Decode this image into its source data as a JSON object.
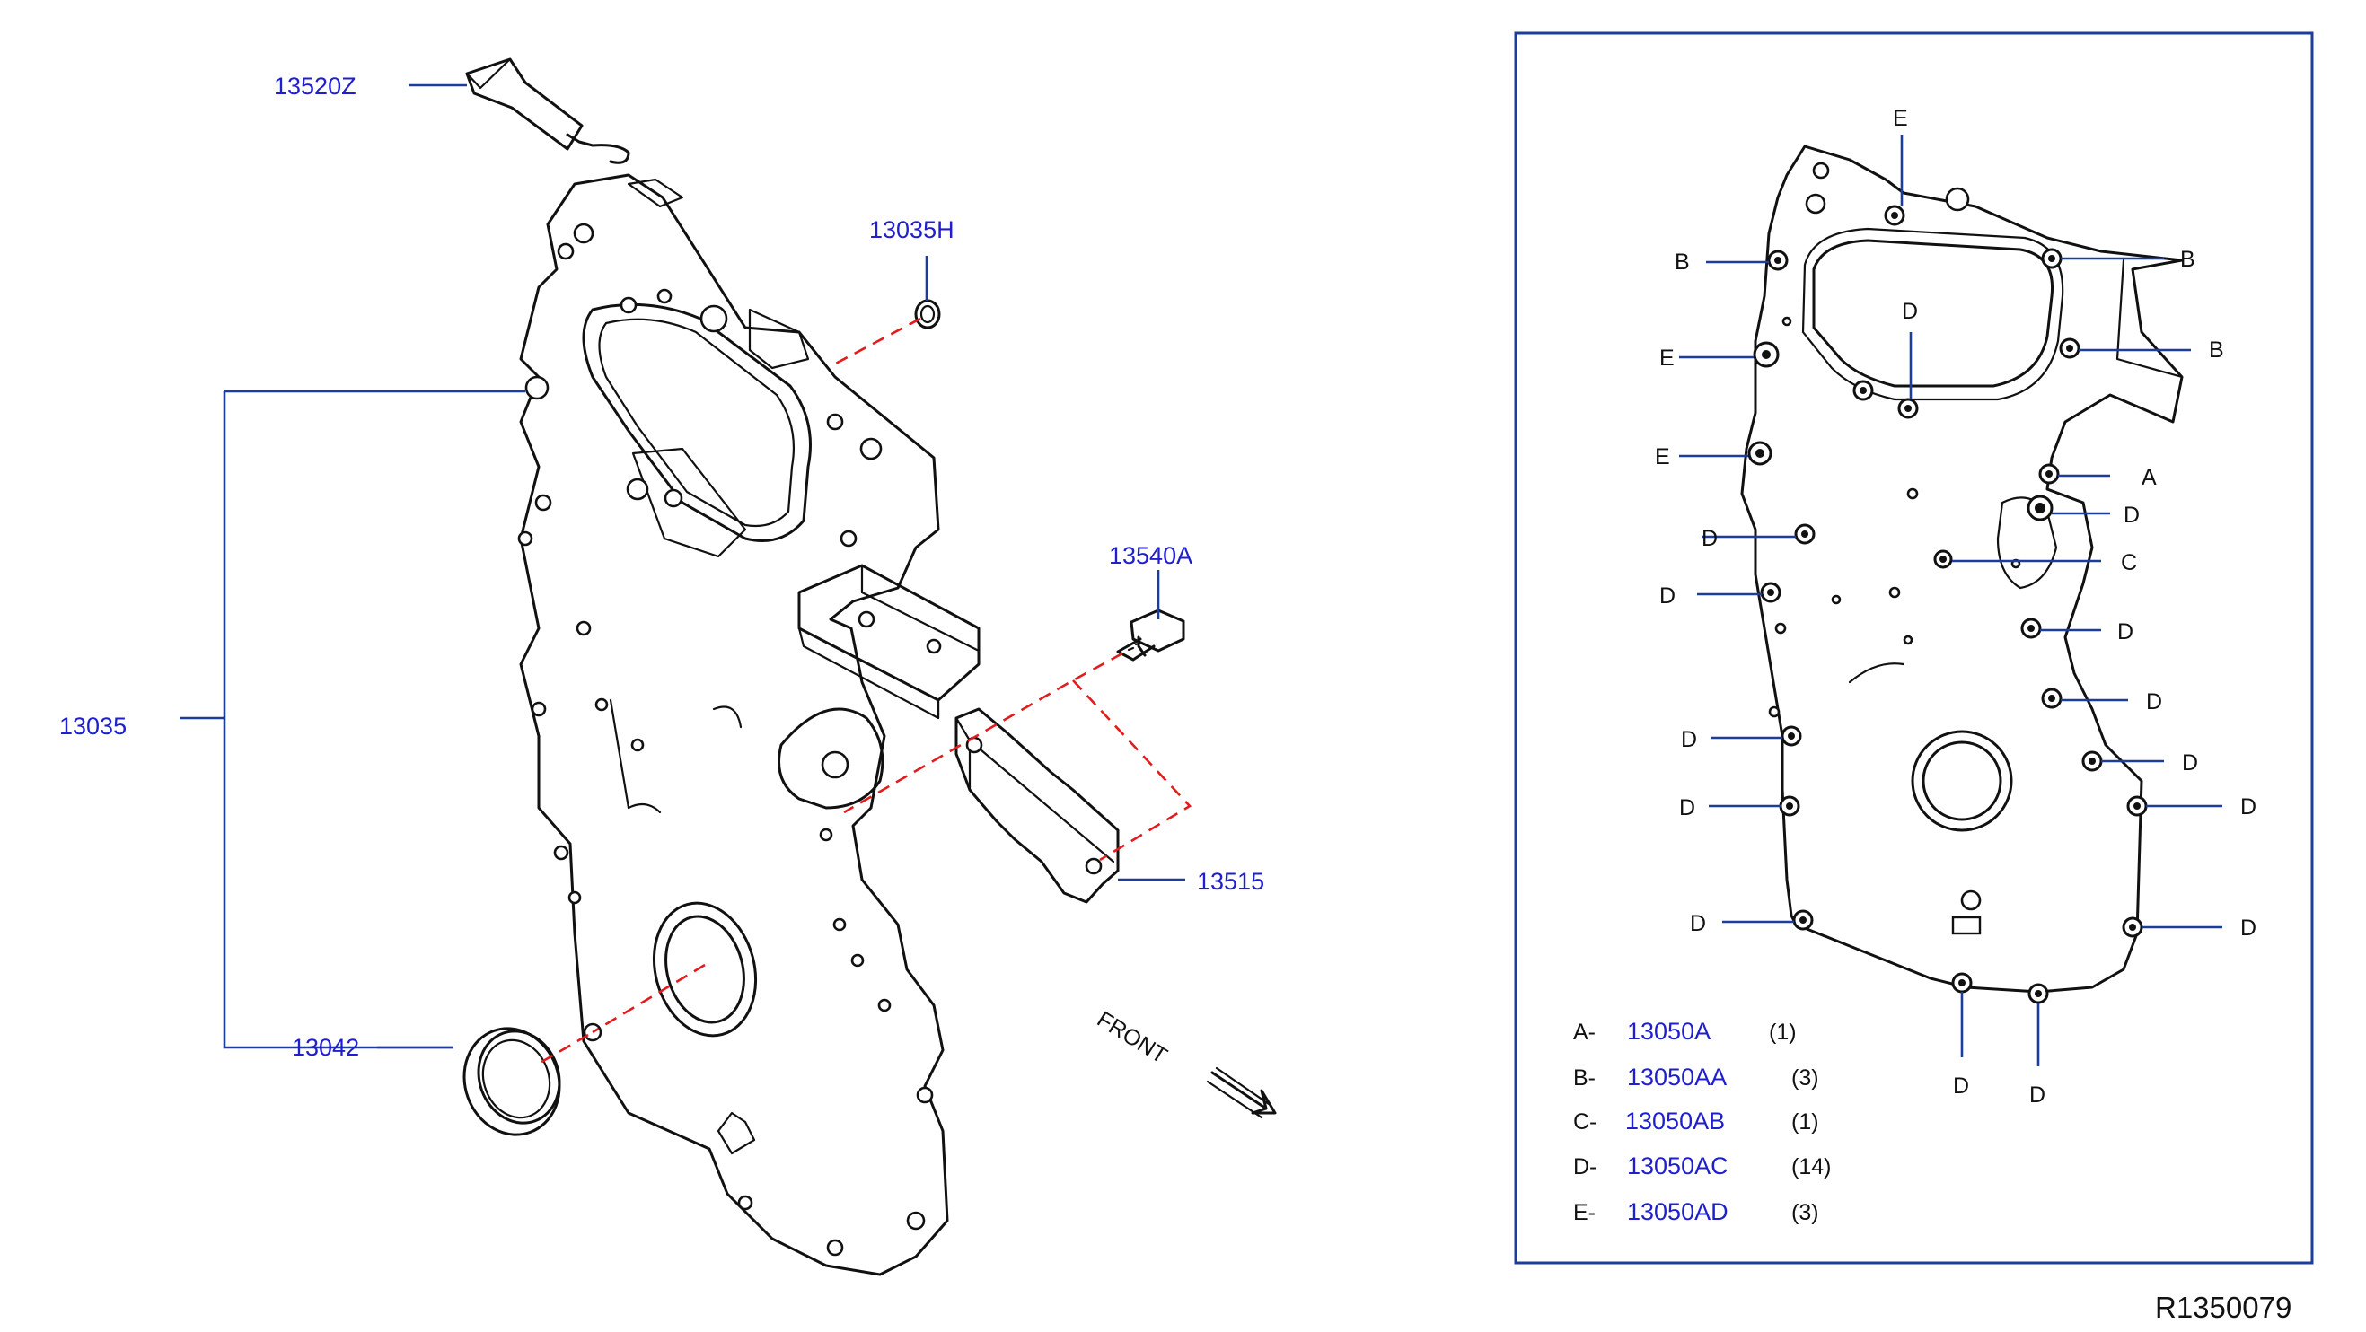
{
  "diagram_ref": "R1350079",
  "front_label": "FRONT",
  "exploded_parts": [
    {
      "part_no": "13520Z"
    },
    {
      "part_no": "13035H"
    },
    {
      "part_no": "13035"
    },
    {
      "part_no": "13042"
    },
    {
      "part_no": "13540A"
    },
    {
      "part_no": "13515"
    }
  ],
  "bolt_letters": {
    "a": "A",
    "b": "B",
    "c": "C",
    "d": "D",
    "e": "E"
  },
  "bolt_legend": [
    {
      "letter": "A-",
      "part_no": "13050A",
      "qty": "(1)"
    },
    {
      "letter": "B-",
      "part_no": "13050AA",
      "qty": "(3)"
    },
    {
      "letter": "C-",
      "part_no": "13050AB",
      "qty": "(1)"
    },
    {
      "letter": "D-",
      "part_no": "13050AC",
      "qty": "(14)"
    },
    {
      "letter": "E-",
      "part_no": "13050AD",
      "qty": "(3)"
    }
  ],
  "colors": {
    "callout_text": "#1f1fcf",
    "leader_line": "#1c3d9c",
    "alignment_line": "#e21c1c",
    "frame": "#1c3d9c"
  }
}
